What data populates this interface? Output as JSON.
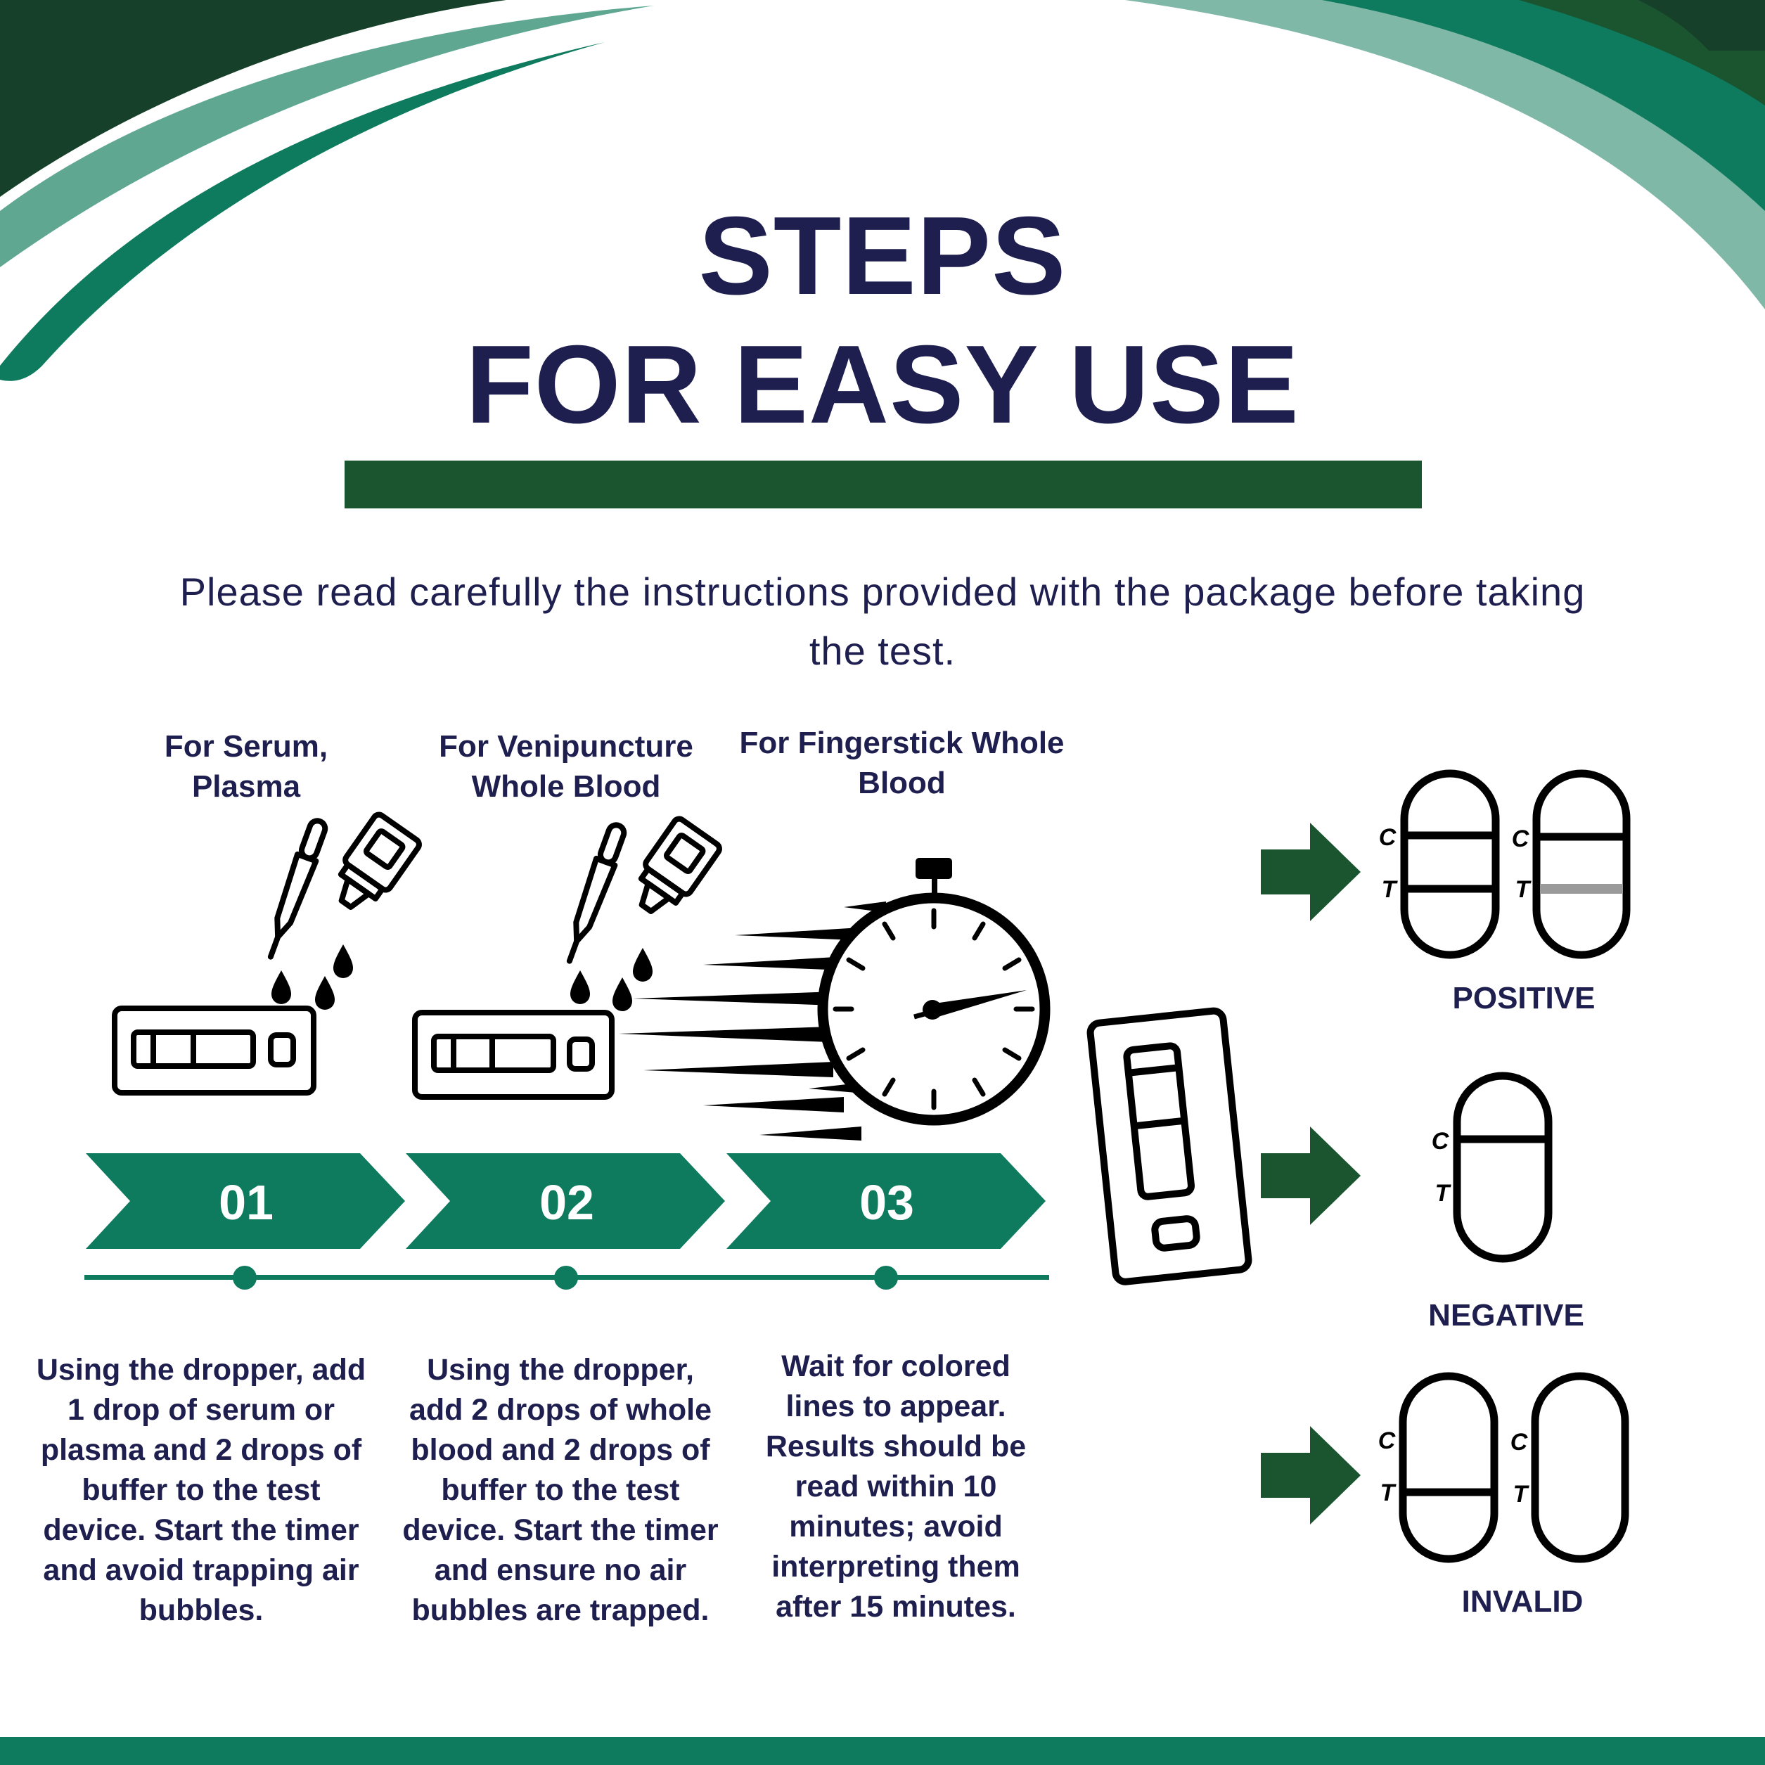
{
  "header": {
    "title_line1": "STEPS",
    "title_line2": "FOR EASY USE",
    "subtitle": "Please read carefully the instructions provided with the package before taking the test."
  },
  "steps": [
    {
      "number": "01",
      "title": "For Serum, Plasma",
      "description": "Using the dropper, add 1 drop of serum or plasma and 2 drops of buffer to the test device. Start the timer and avoid trapping air bubbles."
    },
    {
      "number": "02",
      "title": "For Venipuncture Whole Blood",
      "description": "Using the dropper, add 2 drops of whole blood and 2 drops of buffer to the test device. Start the timer and ensure no air bubbles are trapped."
    },
    {
      "number": "03",
      "title": "For Fingerstick Whole Blood",
      "description": "Wait for colored lines to appear. Results should be read within 10 minutes; avoid interpreting them after 15 minutes."
    }
  ],
  "results": {
    "positive": "POSITIVE",
    "negative": "NEGATIVE",
    "invalid": "INVALID",
    "control_mark": "C",
    "test_mark": "T"
  },
  "colors": {
    "navy": "#1e1f4f",
    "dark_green": "#1a5530",
    "teal_green": "#0e7b5e",
    "light_teal": "#7fb8a6"
  }
}
